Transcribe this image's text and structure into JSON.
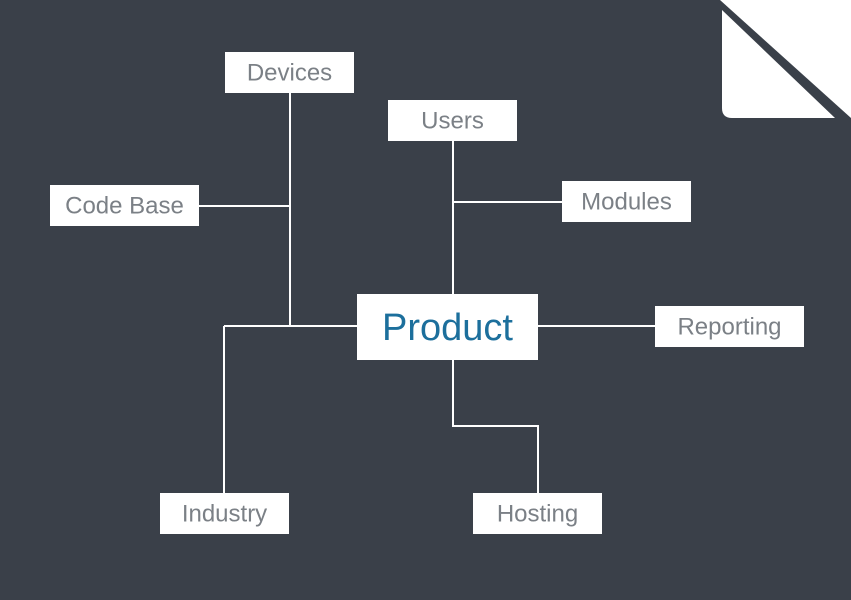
{
  "colors": {
    "sheet": "#3a4049",
    "box": "#ffffff",
    "text": "#7b8086",
    "accent": "#1c6f9c"
  },
  "diagram": {
    "center": "Product",
    "nodes": {
      "devices": "Devices",
      "users": "Users",
      "code_base": "Code Base",
      "modules": "Modules",
      "reporting": "Reporting",
      "industry": "Industry",
      "hosting": "Hosting"
    }
  }
}
